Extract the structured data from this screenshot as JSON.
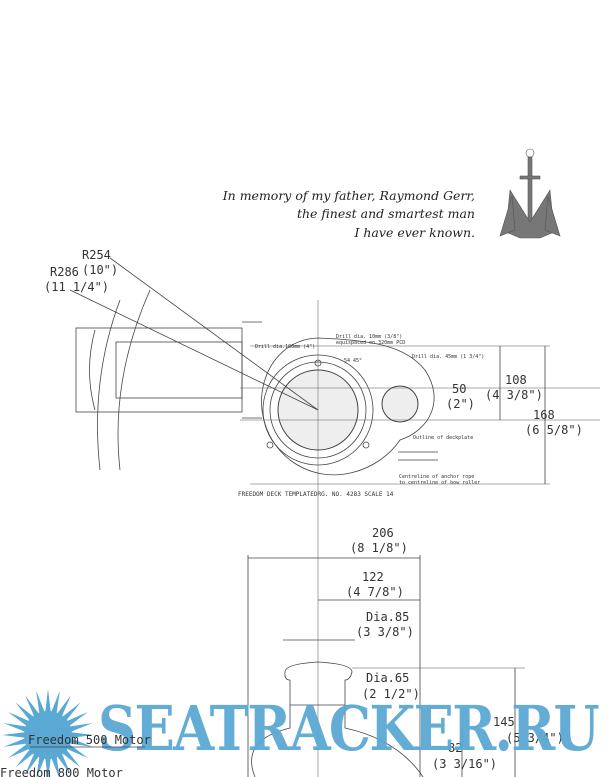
{
  "dedication": {
    "line1": "In memory of my father, Raymond Gerr,",
    "line2": "the finest and smartest man",
    "line3": "I have ever known."
  },
  "top_view": {
    "r254": "R254",
    "r254_in": "(10\")",
    "r286": "R286",
    "r286_in": "(11 1/4\")",
    "d108": "108",
    "d108_in": "(4 3/8\")",
    "d50": "50",
    "d50_in": "(2\")",
    "d168": "168",
    "d168_in": "(6 5/8\")",
    "note_drill100": "Drill dia.100mm (4\")",
    "note_drill10a": "Drill dia. 10mm (3/8\")",
    "note_drill10b": "equispaced on 320mm PCD",
    "note_drill45": "Drill dia. 45mm (1 3/4\")",
    "note_outline": "Outline of deckplate",
    "note_rope1": "Centreline of anchor rope",
    "note_rope2": "to centreline of bow roller",
    "note_angle": "54 45°",
    "caption": "FREEDOM DECK TEMPLATEDRG. NO. 4283 SCALE 14"
  },
  "side_view": {
    "d206": "206",
    "d206_in": "(8 1/8\")",
    "d122": "122",
    "d122_in": "(4 7/8\")",
    "dia85": "Dia.85",
    "dia85_in": "(3 3/8\")",
    "dia65": "Dia.65",
    "dia65_in": "(2 1/2\")",
    "d145": "145",
    "d145_in": "(5 3/4\")",
    "d82": "82",
    "d82_in": "(3 3/16\")",
    "motor500": "Freedom 500 Motor",
    "motor800": "Freedom 800 Motor"
  },
  "watermark": {
    "text": "SEATRACKER.RU",
    "color": "#5aa8d4"
  }
}
